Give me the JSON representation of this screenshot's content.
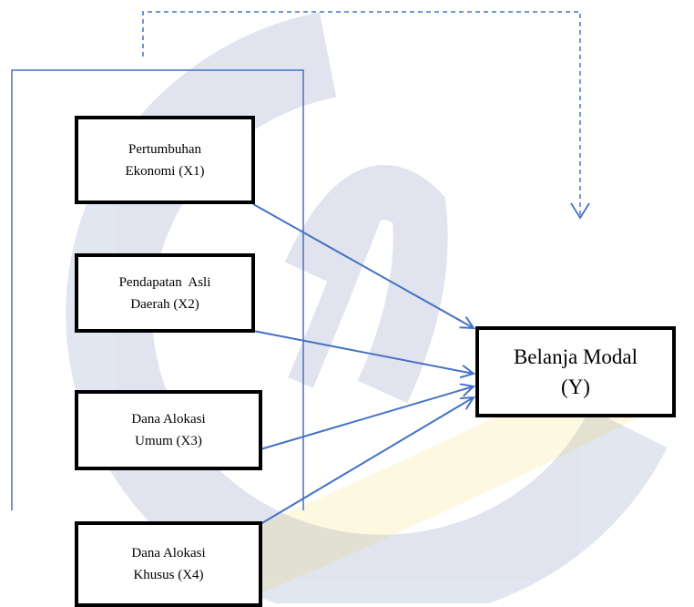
{
  "diagram": {
    "independent_variables": [
      {
        "line1": "Pertumbuhan",
        "line2": "Ekonomi (X1)"
      },
      {
        "line1": "Pendapatan  Asli",
        "line2": "Daerah (X2)"
      },
      {
        "line1": "Dana Alokasi",
        "line2": "Umum (X3)"
      },
      {
        "line1": "Dana Alokasi",
        "line2": "Khusus (X4)"
      }
    ],
    "dependent_variable": {
      "line1": "Belanja Modal",
      "line2": "(Y)"
    }
  },
  "colors": {
    "arrow": "#4472c4",
    "box_border": "#000000",
    "watermark_ring": "#1f3a8a",
    "watermark_gold": "#f2c200"
  }
}
